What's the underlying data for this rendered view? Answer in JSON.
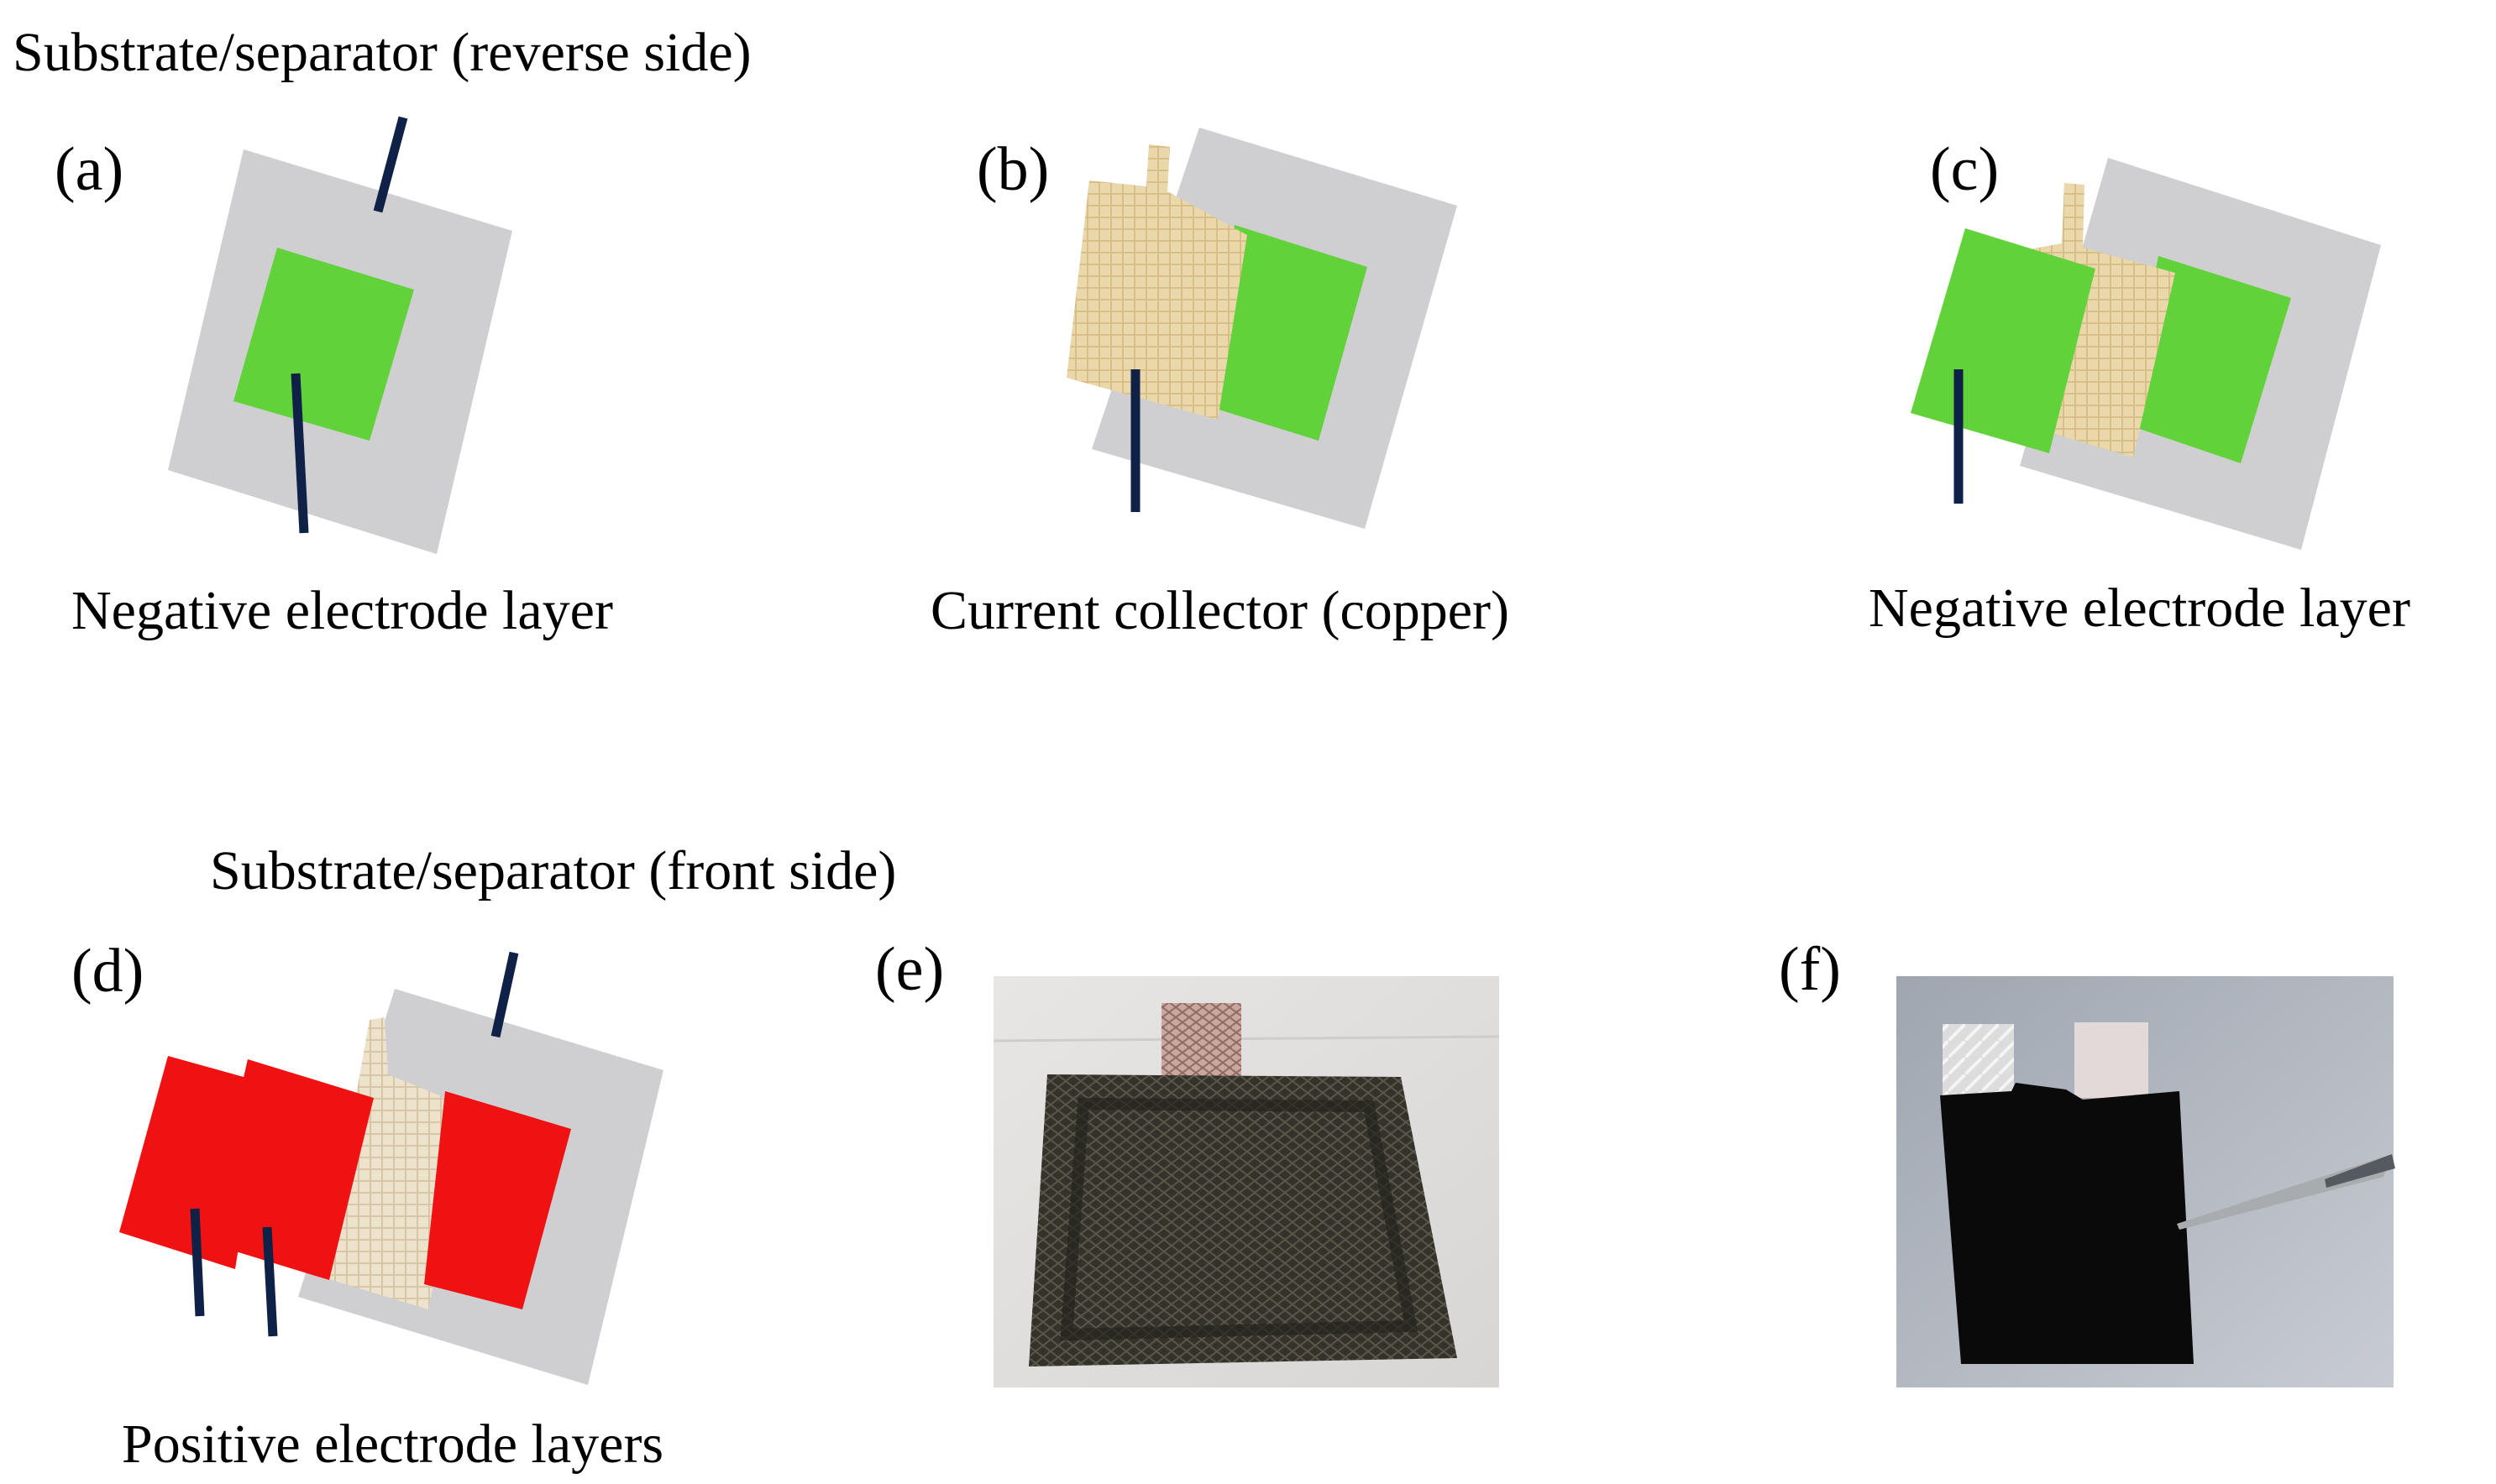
{
  "labels": {
    "top_title": "Substrate/separator (reverse side)",
    "a_caption": "Negative electrode layer",
    "b_caption": "Current collector (copper)",
    "c_caption": "Negative electrode layer",
    "d_title": "Substrate/separator (front side)",
    "d_caption": "Positive electrode layers"
  },
  "panels": {
    "a": "(a)",
    "b": "(b)",
    "c": "(c)",
    "d": "(d)",
    "e": "(e)",
    "f": "(f)"
  },
  "colors": {
    "separator": "#cfcfd1",
    "negative_electrode": "#62d23a",
    "positive_electrode": "#f01212",
    "copper_mesh": "#ead7aa",
    "copper_mesh_light": "#ede2cc",
    "tab": "#0f2146",
    "photo_bg": "#e4e4e4",
    "coated_sheet": "#2e2c24",
    "black_sheet": "#0a0a0a"
  }
}
